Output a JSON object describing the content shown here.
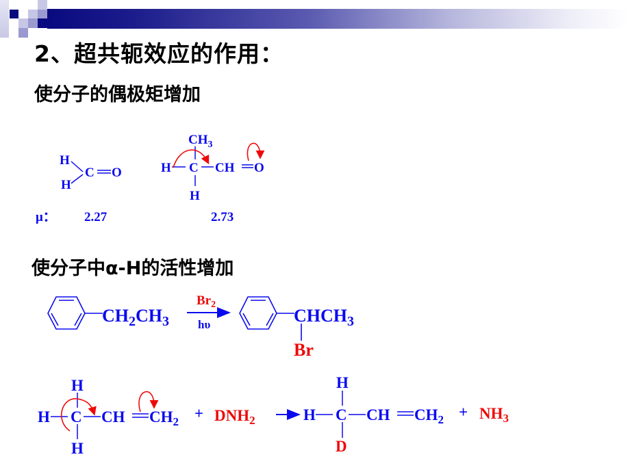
{
  "slide": {
    "title": "2、超共轭效应的作用：",
    "point1": "使分子的偶极矩增加",
    "point2": "使分子中α-H的活性增加"
  },
  "dipole": {
    "mu_label": "μ：",
    "formaldehyde": {
      "atoms": [
        "H",
        "H",
        "C",
        "O"
      ],
      "value": "2.27"
    },
    "isobutyraldehyde": {
      "top": "CH",
      "top_sub": "3",
      "left": "H",
      "center": "C",
      "right": "CH",
      "oxygen": "O",
      "bottom": "H",
      "value": "2.73"
    }
  },
  "reaction1": {
    "reactant": "CH",
    "reactant_sub1": "2",
    "reactant_mid": "CH",
    "reactant_sub2": "3",
    "reagent_top": "Br",
    "reagent_top_sub": "2",
    "reagent_bottom": "hυ",
    "product": "CHCH",
    "product_sub": "3",
    "product_substituent": "Br"
  },
  "reaction2": {
    "r_top": "H",
    "r_left": "H",
    "r_center": "C",
    "r_chain": "CH",
    "r_eq": "═",
    "r_end": "CH",
    "r_end_sub": "2",
    "r_bottom": "H",
    "plus1": "+",
    "reagent": "DNH",
    "reagent_sub": "2",
    "p_top": "H",
    "p_left": "H",
    "p_center": "C",
    "p_chain": "CH",
    "p_end": "CH",
    "p_end_sub": "2",
    "p_bottom": "D",
    "plus2": "+",
    "byproduct": "NH",
    "byproduct_sub": "3"
  },
  "colors": {
    "structure": "#0a0aee",
    "highlight": "#ee0a0a",
    "header_dark": "#0a0a80"
  }
}
